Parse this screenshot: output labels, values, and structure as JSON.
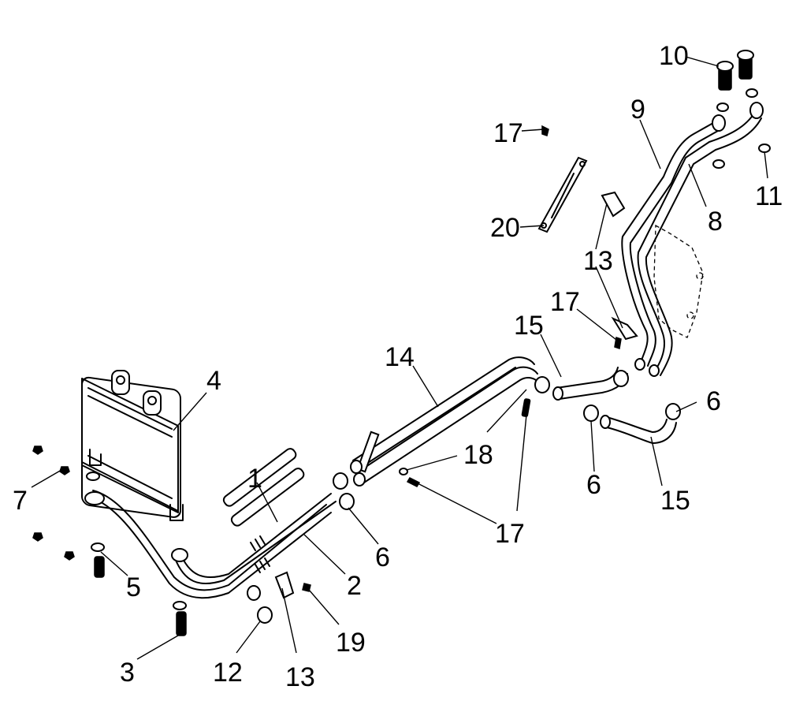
{
  "callouts": {
    "c10": "10",
    "c9": "9",
    "c8": "8",
    "c11": "11",
    "c17a": "17",
    "c20": "20",
    "c13a": "13",
    "c17b": "17",
    "c15a": "15",
    "c14": "14",
    "c4": "4",
    "c6a": "6",
    "c18": "18",
    "c6b": "6",
    "c15b": "15",
    "c17c": "17",
    "c7": "7",
    "c1": "1",
    "c6c": "6",
    "c2": "2",
    "c5": "5",
    "c19": "19",
    "c3": "3",
    "c12": "12",
    "c13b": "13"
  }
}
